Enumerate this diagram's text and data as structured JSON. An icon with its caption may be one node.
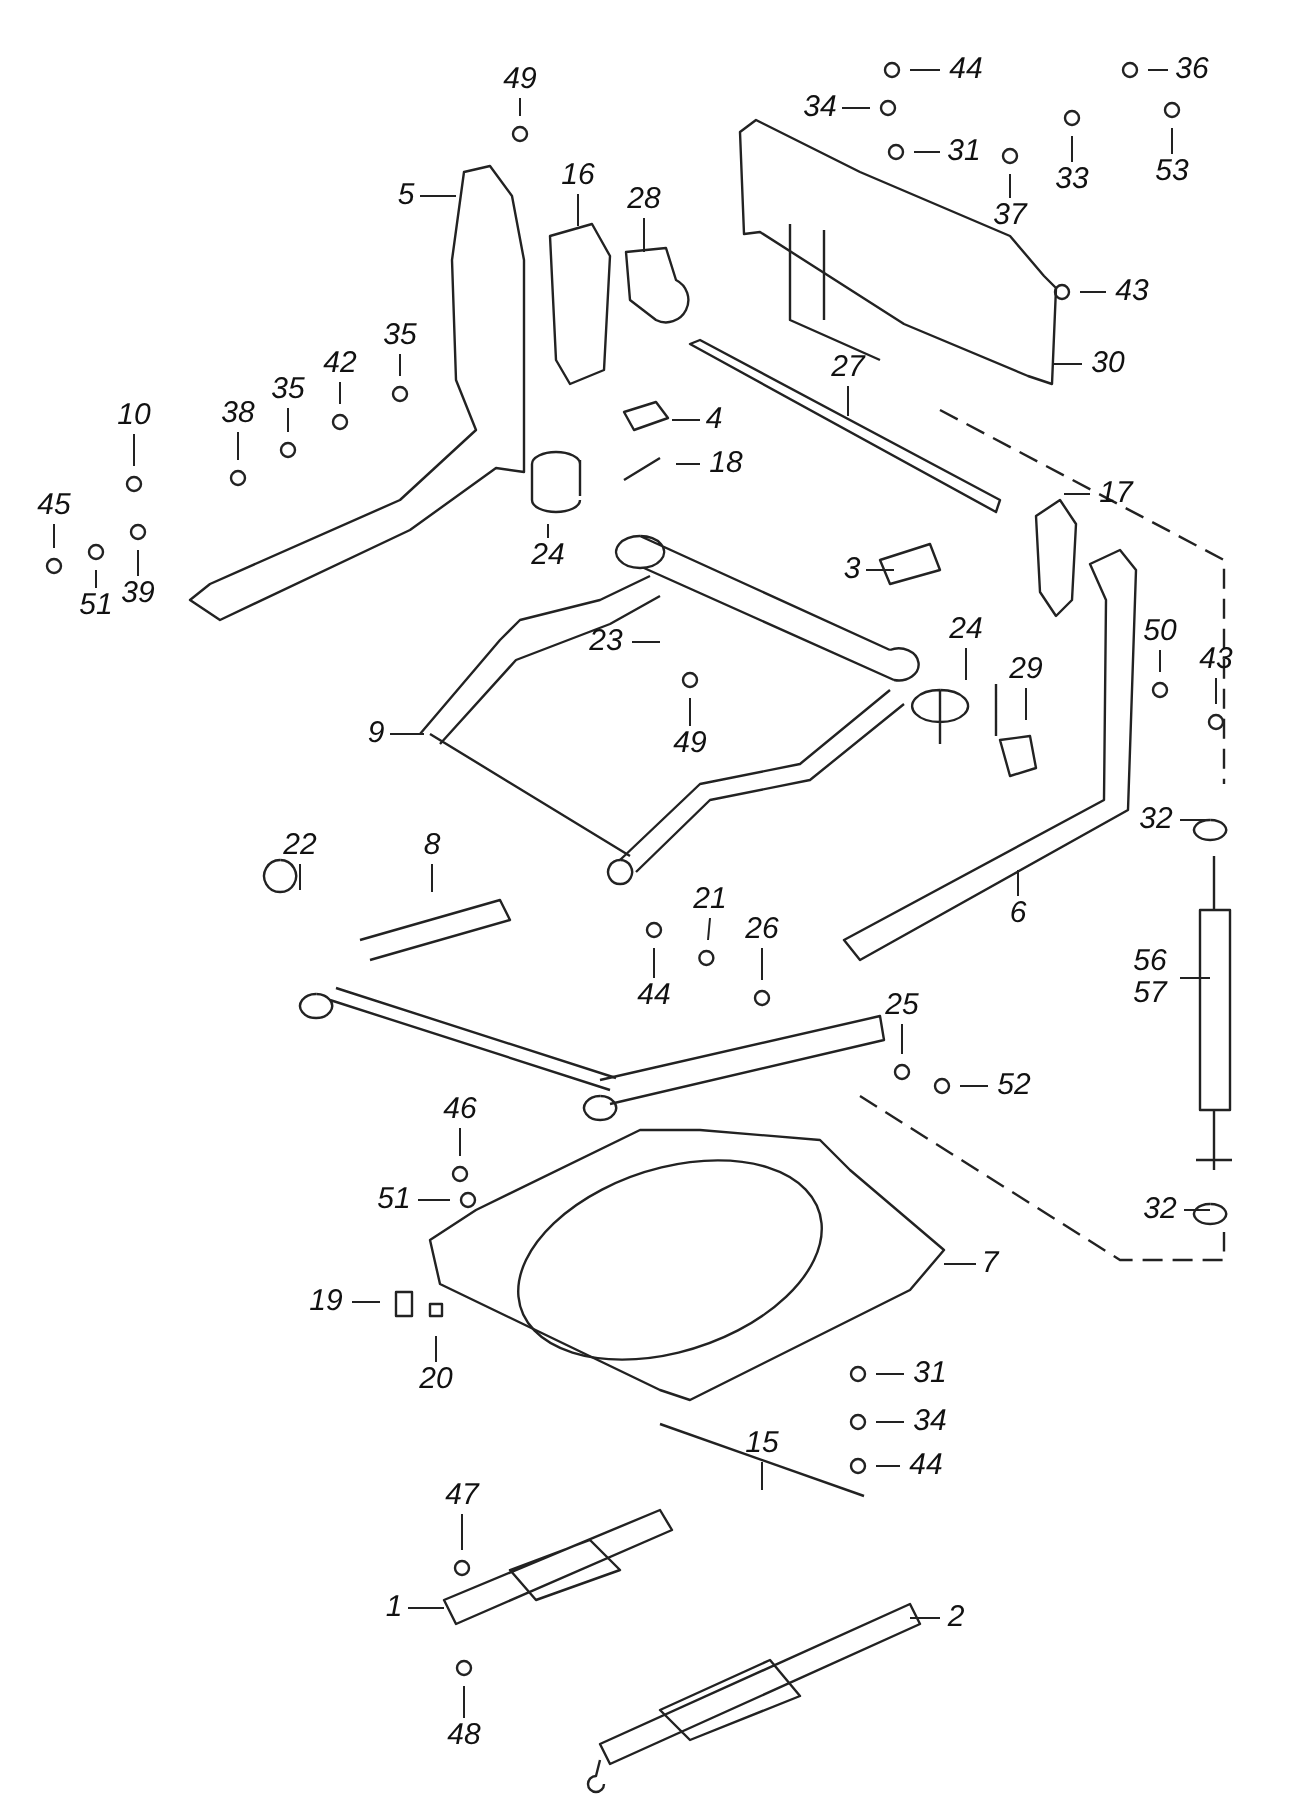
{
  "diagram": {
    "nodes": [
      {
        "text": [
          "49"
        ]
      },
      {
        "text": [
          "44"
        ]
      },
      {
        "text": [
          "36"
        ]
      },
      {
        "text": [
          "34"
        ]
      },
      {
        "text": [
          "31"
        ]
      },
      {
        "text": [
          "33"
        ]
      },
      {
        "text": [
          "53"
        ]
      },
      {
        "text": [
          "37"
        ]
      },
      {
        "text": [
          "16"
        ]
      },
      {
        "text": [
          "5"
        ]
      },
      {
        "text": [
          "28"
        ]
      },
      {
        "text": [
          "43"
        ]
      },
      {
        "text": [
          "30"
        ]
      },
      {
        "text": [
          "27"
        ]
      },
      {
        "text": [
          "35"
        ]
      },
      {
        "text": [
          "42"
        ]
      },
      {
        "text": [
          "35"
        ]
      },
      {
        "text": [
          "38"
        ]
      },
      {
        "text": [
          "10"
        ]
      },
      {
        "text": [
          "4"
        ]
      },
      {
        "text": [
          "18"
        ]
      },
      {
        "text": [
          "17"
        ]
      },
      {
        "text": [
          "45"
        ]
      },
      {
        "text": [
          "24"
        ]
      },
      {
        "text": [
          "39"
        ]
      },
      {
        "text": [
          "51"
        ]
      },
      {
        "text": [
          "3"
        ]
      },
      {
        "text": [
          "24"
        ]
      },
      {
        "text": [
          "50"
        ]
      },
      {
        "text": [
          "23"
        ]
      },
      {
        "text": [
          "43"
        ]
      },
      {
        "text": [
          "29"
        ]
      },
      {
        "text": [
          "9"
        ]
      },
      {
        "text": [
          "49"
        ]
      },
      {
        "text": [
          "32"
        ]
      },
      {
        "text": [
          "22"
        ]
      },
      {
        "text": [
          "8"
        ]
      },
      {
        "text": [
          "21"
        ]
      },
      {
        "text": [
          "26"
        ]
      },
      {
        "text": [
          "6"
        ]
      },
      {
        "text": [
          "44"
        ]
      },
      {
        "text": [
          "56",
          "57"
        ]
      },
      {
        "text": [
          "25"
        ]
      },
      {
        "text": [
          "52"
        ]
      },
      {
        "text": [
          "46"
        ]
      },
      {
        "text": [
          "51"
        ]
      },
      {
        "text": [
          "32"
        ]
      },
      {
        "text": [
          "7"
        ]
      },
      {
        "text": [
          "19"
        ]
      },
      {
        "text": [
          "20"
        ]
      },
      {
        "text": [
          "31"
        ]
      },
      {
        "text": [
          "34"
        ]
      },
      {
        "text": [
          "15"
        ]
      },
      {
        "text": [
          "44"
        ]
      },
      {
        "text": [
          "47"
        ]
      },
      {
        "text": [
          "1"
        ]
      },
      {
        "text": [
          "2"
        ]
      },
      {
        "text": [
          "48"
        ]
      }
    ],
    "edges": [
      {
        "from": 0,
        "to": null,
        "arrow": "none"
      },
      {
        "from": 1,
        "to": null,
        "arrow": "none"
      },
      {
        "from": 2,
        "to": null,
        "arrow": "none"
      },
      {
        "from": 3,
        "to": null,
        "arrow": "none"
      },
      {
        "from": 4,
        "to": null,
        "arrow": "none"
      },
      {
        "from": 5,
        "to": null,
        "arrow": "none"
      },
      {
        "from": 6,
        "to": null,
        "arrow": "none"
      },
      {
        "from": 7,
        "to": null,
        "arrow": "none"
      },
      {
        "from": 8,
        "to": null,
        "arrow": "none"
      },
      {
        "from": 9,
        "to": null,
        "arrow": "none"
      },
      {
        "from": 10,
        "to": null,
        "arrow": "none"
      },
      {
        "from": 11,
        "to": null,
        "arrow": "none"
      },
      {
        "from": 12,
        "to": null,
        "arrow": "none"
      },
      {
        "from": 13,
        "to": null,
        "arrow": "none"
      },
      {
        "from": 14,
        "to": null,
        "arrow": "none"
      },
      {
        "from": 15,
        "to": null,
        "arrow": "none"
      },
      {
        "from": 16,
        "to": null,
        "arrow": "none"
      },
      {
        "from": 17,
        "to": null,
        "arrow": "none"
      },
      {
        "from": 18,
        "to": null,
        "arrow": "none"
      },
      {
        "from": 19,
        "to": null,
        "arrow": "none"
      },
      {
        "from": 20,
        "to": null,
        "arrow": "none"
      },
      {
        "from": 21,
        "to": null,
        "arrow": "none"
      },
      {
        "from": 22,
        "to": null,
        "arrow": "none"
      },
      {
        "from": 23,
        "to": null,
        "arrow": "none"
      },
      {
        "from": 24,
        "to": null,
        "arrow": "none"
      },
      {
        "from": 25,
        "to": null,
        "arrow": "none"
      },
      {
        "from": 26,
        "to": null,
        "arrow": "none"
      },
      {
        "from": 27,
        "to": null,
        "arrow": "none"
      },
      {
        "from": 28,
        "to": null,
        "arrow": "none"
      },
      {
        "from": 29,
        "to": null,
        "arrow": "none"
      },
      {
        "from": 30,
        "to": null,
        "arrow": "none"
      },
      {
        "from": 31,
        "to": null,
        "arrow": "none"
      },
      {
        "from": 32,
        "to": null,
        "arrow": "none"
      },
      {
        "from": 33,
        "to": null,
        "arrow": "none"
      },
      {
        "from": 34,
        "to": null,
        "arrow": "none"
      },
      {
        "from": 35,
        "to": null,
        "arrow": "none"
      },
      {
        "from": 36,
        "to": null,
        "arrow": "none"
      },
      {
        "from": 37,
        "to": null,
        "arrow": "none"
      },
      {
        "from": 38,
        "to": null,
        "arrow": "none"
      },
      {
        "from": 39,
        "to": null,
        "arrow": "none"
      },
      {
        "from": 40,
        "to": null,
        "arrow": "none"
      },
      {
        "from": 41,
        "to": null,
        "arrow": "none"
      },
      {
        "from": 42,
        "to": null,
        "arrow": "none"
      },
      {
        "from": 43,
        "to": null,
        "arrow": "none"
      },
      {
        "from": 44,
        "to": null,
        "arrow": "none"
      },
      {
        "from": 45,
        "to": null,
        "arrow": "none"
      },
      {
        "from": 46,
        "to": null,
        "arrow": "none"
      },
      {
        "from": 47,
        "to": null,
        "arrow": "none"
      },
      {
        "from": 48,
        "to": null,
        "arrow": "none"
      },
      {
        "from": 49,
        "to": null,
        "arrow": "none"
      },
      {
        "from": 50,
        "to": null,
        "arrow": "none"
      },
      {
        "from": 51,
        "to": null,
        "arrow": "none"
      },
      {
        "from": 52,
        "to": null,
        "arrow": "none"
      },
      {
        "from": 53,
        "to": null,
        "arrow": "none"
      },
      {
        "from": 54,
        "to": null,
        "arrow": "none"
      },
      {
        "from": 55,
        "to": null,
        "arrow": "none"
      },
      {
        "from": 56,
        "to": null,
        "arrow": "none"
      },
      {
        "from": 57,
        "to": null,
        "arrow": "none"
      }
    ]
  }
}
